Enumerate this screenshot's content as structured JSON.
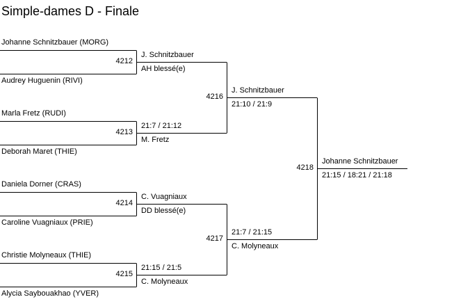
{
  "title": "Simple-dames D - Finale",
  "round1": [
    {
      "match": "4212",
      "player_top": "Johanne Schnitzbauer (MORG)",
      "player_bottom": "Audrey Huguenin (RIVI)",
      "winner": "J. Schnitzbauer",
      "score": "AH blessé(e)"
    },
    {
      "match": "4213",
      "player_top": "Marla Fretz (RUDI)",
      "player_bottom": "Deborah Maret (THIE)",
      "winner": "21:7 / 21:12",
      "score": "M. Fretz"
    },
    {
      "match": "4214",
      "player_top": "Daniela Dorner (CRAS)",
      "player_bottom": "Caroline Vuagniaux (PRIE)",
      "winner": "C. Vuagniaux",
      "score": "DD blessé(e)"
    },
    {
      "match": "4215",
      "player_top": "Christie Molyneaux (THIE)",
      "player_bottom": "Alycia Saybouakhao (YVER)",
      "winner": "21:15 / 21:5",
      "score": "C. Molyneaux"
    }
  ],
  "round2": [
    {
      "match": "4216",
      "above": "J. Schnitzbauer",
      "below": "21:10 / 21:9"
    },
    {
      "match": "4217",
      "above": "21:7 / 21:15",
      "below": "C. Molyneaux"
    }
  ],
  "final": {
    "match": "4218",
    "above": "Johanne Schnitzbauer",
    "below": "21:15 / 18:21 / 21:18"
  }
}
